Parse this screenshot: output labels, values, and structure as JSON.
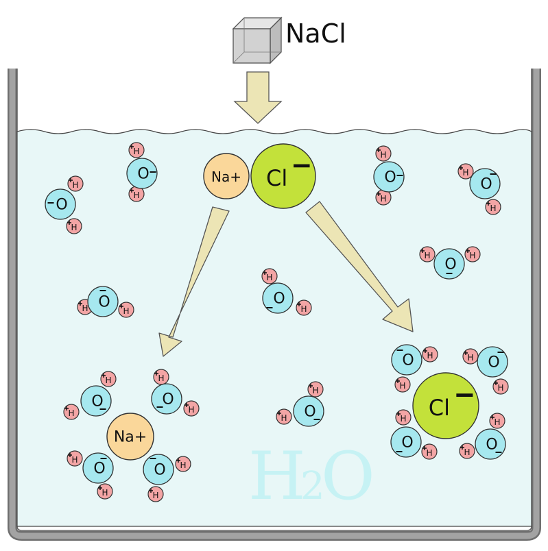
{
  "salt": {
    "formula": "NaCl",
    "icon": "salt-crystal-cube"
  },
  "solvent": {
    "label": "H2O",
    "label_base": "H",
    "label_sub": "2",
    "label_tail": "O"
  },
  "ions": {
    "sodium": "Na+",
    "chloride": "Cl"
  },
  "atoms": {
    "oxygen": "O",
    "hydrogen": "H"
  },
  "colors": {
    "water": "#e8f7f7",
    "oxygen": "#a6e8ef",
    "hydrogen": "#f3a5a5",
    "sodium": "#fad79a",
    "chloride": "#c3e13a",
    "arrow": "#ece5b5",
    "beaker": "#9a9a9a"
  }
}
